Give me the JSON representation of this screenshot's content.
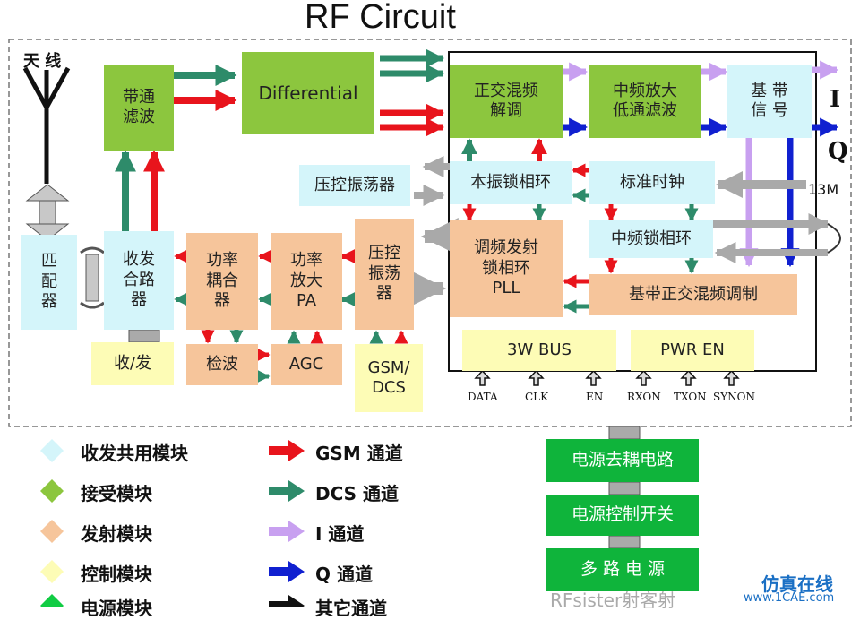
{
  "title": "RF Circuit",
  "antenna_label": "天 线",
  "blocks": {
    "bandpass": "带通\n滤波",
    "differential": "Differential",
    "quad_demod": "正交混频\n解调",
    "if_amp": "中频放大\n低通滤波",
    "baseband_signal": "基  带\n信  号",
    "vco_small": "压控振荡器",
    "lo_pll": "本振锁相环",
    "ref_clock": "标准时钟",
    "fm_pll": "调频发射\n锁相环\nPLL",
    "if_pll": "中频锁相环",
    "bb_mod": "基带正交混频调制",
    "vco_tx": "压控\n振荡\n器",
    "pa": "功率\n放大\nPA",
    "coupler": "功率\n耦合\n器",
    "duplexer": "收发\n合路\n器",
    "match": "匹\n配\n器",
    "rxtx": "收/发",
    "detect": "检波",
    "agc": "AGC",
    "gsm_dcs": "GSM/\nDCS",
    "bus": "3W BUS",
    "pwr_en": "PWR EN",
    "power_decouple": "电源去耦电路",
    "power_switch": "电源控制开关",
    "multi_power": "多 路 电 源"
  },
  "outputs": {
    "i": "I",
    "q": "Q",
    "clock": "13M"
  },
  "pins": [
    "DATA",
    "CLK",
    "EN",
    "RXON",
    "TXON",
    "SYNON"
  ],
  "legend_modules": [
    {
      "label": "收发共用模块",
      "color": "#d4f5fa"
    },
    {
      "label": "接受模块",
      "color": "#8cc63e"
    },
    {
      "label": "发射模块",
      "color": "#f6c59b"
    },
    {
      "label": "控制模块",
      "color": "#fdfcb6"
    },
    {
      "label": "电源模块",
      "color": "#11cc44"
    }
  ],
  "legend_channels": [
    {
      "label": "GSM 通道",
      "color": "#e8141c"
    },
    {
      "label": "DCS 通道",
      "color": "#2e8b6a"
    },
    {
      "label": "I  通道",
      "color": "#c8a0f0"
    },
    {
      "label": "Q 通道",
      "color": "#1020d0"
    },
    {
      "label": "其它通道",
      "color": "#111111"
    }
  ],
  "watermark": "RFsister射客射",
  "watermark_site": "仿真在线",
  "watermark_url": "www.1CAE.com",
  "colors": {
    "gsm": "#e8141c",
    "dcs": "#2e8b6a",
    "i": "#c8a0f0",
    "q": "#1020d0",
    "gray": "#c8c8c8"
  }
}
